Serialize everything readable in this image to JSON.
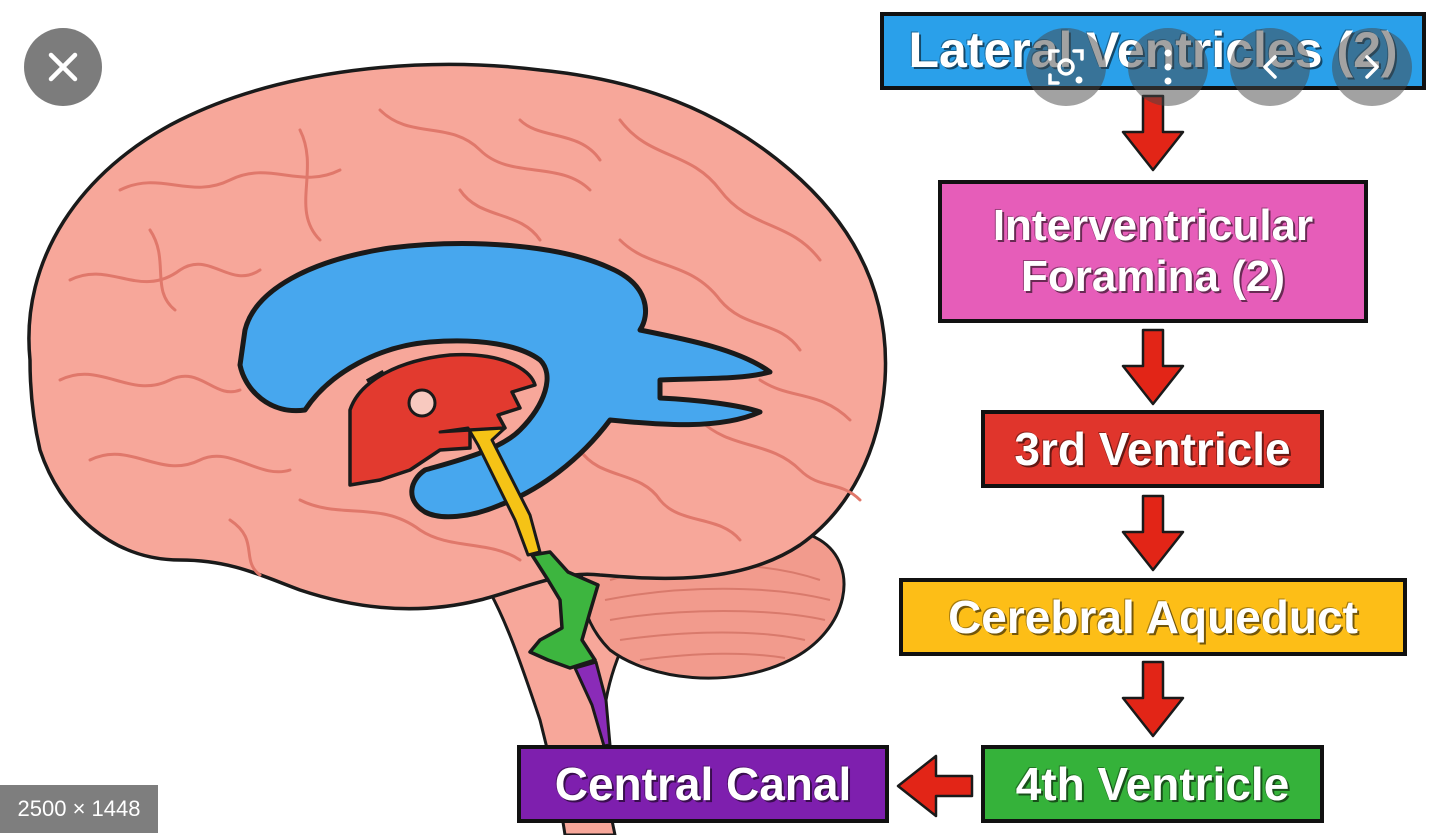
{
  "viewer": {
    "image_dimensions": "2500 × 1448",
    "controls": {
      "close_icon": "close-icon",
      "lens_icon": "lens-search-icon",
      "more_icon": "more-vertical-icon",
      "prev_icon": "chevron-left-icon",
      "next_icon": "chevron-right-icon"
    }
  },
  "flowchart": {
    "steps": [
      {
        "label": "Lateral Ventricles (2)",
        "color": "#2aa0ea"
      },
      {
        "label_line1": "Interventricular",
        "label_line2": "Foramina (2)",
        "color": "#e65db9"
      },
      {
        "label": "3rd Ventricle",
        "color": "#e0352c"
      },
      {
        "label": "Cerebral Aqueduct",
        "color": "#fdbe17"
      },
      {
        "label": "4th Ventricle",
        "color": "#35b23a"
      },
      {
        "label": "Central Canal",
        "color": "#7e1fae"
      }
    ],
    "arrow_color": "#e22517"
  },
  "brain": {
    "cortex_color": "#f7a79a",
    "gyri_line_color": "#e0786b",
    "lateral_ventricle_color": "#47a7ee",
    "third_ventricle_color": "#e23a2f",
    "aqueduct_color": "#f5c316",
    "fourth_ventricle_color": "#3db53f",
    "central_canal_color": "#8a2bb8",
    "foramen_color": "#e27ad6"
  }
}
